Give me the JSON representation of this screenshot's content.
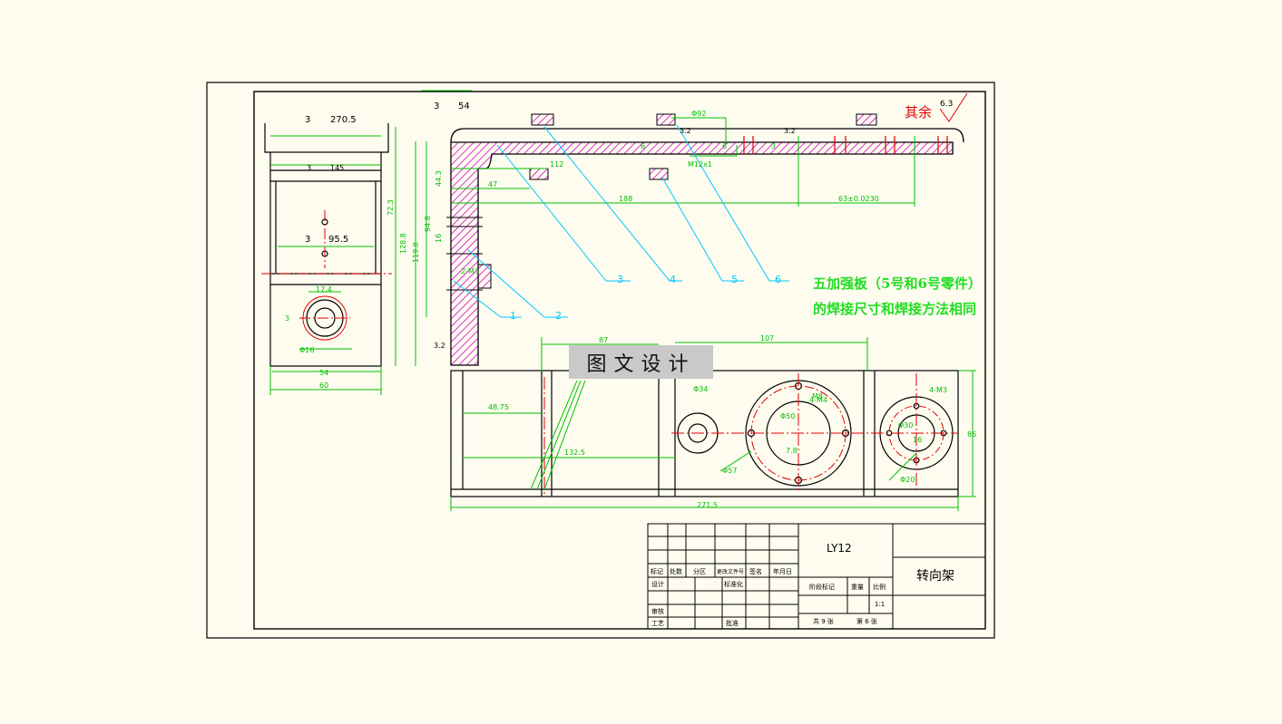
{
  "drawing": {
    "weld_symbols": [
      "3",
      "270.5",
      "3",
      "145",
      "3",
      "95.5",
      "3",
      "54"
    ],
    "surface_finish": {
      "label": "其余",
      "value": "6.3"
    },
    "roughness_marks": [
      "3.2",
      "3.2",
      "3.2"
    ],
    "balloons": [
      "1",
      "2",
      "3",
      "4",
      "5",
      "6"
    ],
    "note_line1": "五加强板（5号和6号零件）",
    "note_line2": "的焊接尺寸和焊接方法相同",
    "dims_left": [
      "17.4",
      "3",
      "Φ16",
      "54",
      "60",
      "44.3",
      "94.8",
      "119.8",
      "128.8",
      "72.3",
      "16",
      "2-M3",
      "M8"
    ],
    "dims_top": [
      "Φ92",
      "112",
      "47",
      "188",
      "63±0.0230",
      "M12x1",
      "6",
      "6",
      "3"
    ],
    "dims_bottom": [
      "87",
      "107",
      "48.75",
      "132.5",
      "271.5",
      "Φ34",
      "Φ57",
      "4-M4",
      "Φ50",
      "4-M3",
      "Φ30",
      "Φ20",
      "86",
      "7.8",
      "16"
    ],
    "watermark": "图文设计"
  },
  "title_block": {
    "material": "LY12",
    "part_name": "转向架",
    "headers": [
      "标记",
      "处数",
      "分区",
      "更改文件号",
      "签名",
      "年月日"
    ],
    "rows_left": [
      "设计",
      "审核",
      "工艺"
    ],
    "standardize": "标准化",
    "approve": "批准",
    "stage_label": "阶段标记",
    "weight_label": "重量",
    "scale_label": "比例",
    "scale": "1:1",
    "total_sheets": "共 9 张",
    "sheet_no": "第 6 张"
  },
  "colors": {
    "background": "#fefcef",
    "outline": "#000000",
    "hatch": "#d000d0",
    "dimension": "#00c000",
    "centerline": "#e00000",
    "leader": "#00c8ff",
    "note": "#22dd22"
  }
}
